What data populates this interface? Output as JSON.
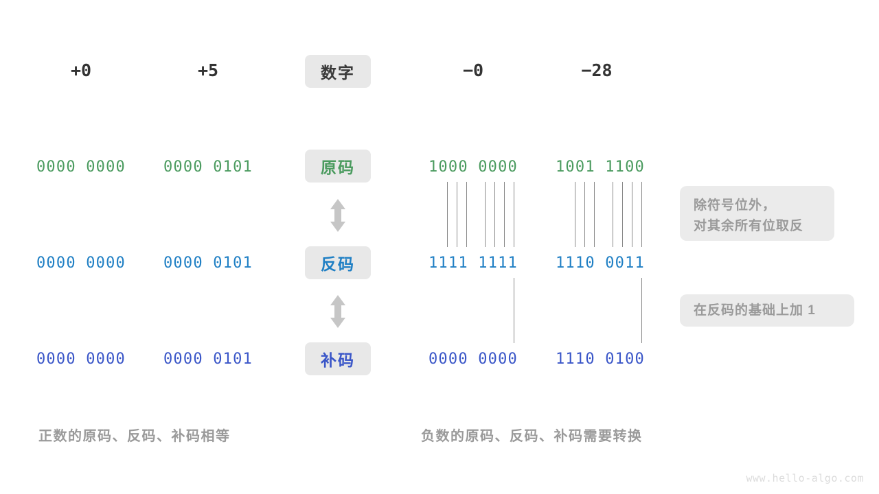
{
  "diagram": {
    "title_row": {
      "label_badge": "数字",
      "numbers": [
        "+0",
        "+5",
        "−0",
        "−28"
      ]
    },
    "rows": [
      {
        "badge": "原码",
        "values": [
          "0000 0000",
          "0000 0101",
          "1000 0000",
          "1001 1100"
        ]
      },
      {
        "badge": "反码",
        "values": [
          "0000 0000",
          "0000 0101",
          "1111 1111",
          "1110 0011"
        ]
      },
      {
        "badge": "补码",
        "values": [
          "0000 0000",
          "0000 0101",
          "0000 0000",
          "1110 0100"
        ]
      }
    ],
    "notes": [
      {
        "line1": "除符号位外，",
        "line2": "对其余所有位取反"
      },
      {
        "line1": "在反码的基础上加 1",
        "line2": ""
      }
    ],
    "captions": {
      "left": "正数的原码、反码、补码相等",
      "right": "负数的原码、反码、补码需要转换"
    },
    "watermark": "www.hello-algo.com",
    "colors": {
      "sign_magnitude": "#4b9b5f",
      "ones_complement": "#1f7fc4",
      "twos_complement": "#3a56c8",
      "badge_bg": "#e8e8e8",
      "note_bg": "#ebebeb",
      "muted_text": "#9a9a9a",
      "line": "#888888"
    }
  }
}
